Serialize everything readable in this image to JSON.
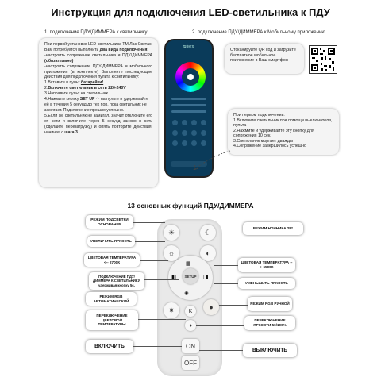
{
  "title": "Инструкция для подключения LED-светильника к ПДУ",
  "section1": {
    "heading": "1. подключение ПДУ/ДИММЕРА к светильнику"
  },
  "section2": {
    "heading": "2. подключение ПДУ/ДИММЕРА к Мобильному приложению"
  },
  "card1": {
    "p1a": "При первой установке LED-светильника ТМ Лас Светас, Вам потребуется выполнить ",
    "p1b": "два вида подключения:",
    "p2a": "-настроить сопряжение светильника и ПДУ/ДИММЕРА ",
    "p2b": "(обязательно)",
    "p3": "-настроить сопряжение ПДУ/ДИММЕРА и мобильного приложения (в комплекте) Выполните последующие действия для подключения пульта к светильнику:",
    "s1a": "1.Вставьте в пульт ",
    "s1b": "батарейки!",
    "s2a": "2.",
    "s2b": "Включите светильник в сеть 220-240V",
    "s3": "3.Направьте пульт на светильник",
    "s4a": "4.Нажмите кнопку ",
    "s4b": "SET UP",
    "s4c": " на пульте и удерживайте её в течении 5 секунд до тех пор, пока светильник не замигает. Подключение прошло успешно.",
    "s5a": "5.Если же светильник не замигал, значит отключите его от сети и включите через 5 секунд заново в сеть (сделайте перезагрузку) и опять повторите действия, начиная с ",
    "s5b": "шага 3."
  },
  "card_qr": {
    "text": "Отсканируйте QR код и загрузите бесплатное мобильное приложение в Ваш смартфон"
  },
  "card2": {
    "p1": "При первом подключении:",
    "s1": "1.Включите светильник при помощи выключателя, пульта",
    "s2": "2.Нажмите и удерживайте эту кнопку для сопряжения 10 сек.",
    "s3": "3.Светильник моргает дважды",
    "s4": "4.Сопряжение завершилось успешно"
  },
  "phone": {
    "header": "智能灯控"
  },
  "remote": {
    "setup": "SETUP",
    "on": "ON",
    "off": "OFF"
  },
  "functions": {
    "title": "13 основных функций ПДУ/ДИММЕРА",
    "left": [
      "РЕЖИМ ПОДСВЕТКИ ОСНОВАНИЯ",
      "УВЕЛИЧИТЬ ЯРКОСТЬ",
      "ЦВЕТОВАЯ ТЕМПЕРАТУРА <-- 2700К",
      "ПОДКЛЮЧЕНИЕ ПДУ/ДИММЕРА К СВЕТИЛЬНИКУ, удерживая кнопку 5с.",
      "РЕЖИМ RGB АВТОМАТИЧЕСКИЙ",
      "ПЕРЕКЛЮЧЕНИЕ ЦВЕТОВОЙ ТЕМПЕРАТУРЫ",
      "ВКЛЮЧИТЬ"
    ],
    "right": [
      "РЕЖИМ НОЧНИКА 28т",
      "ЦВЕТОВАЯ ТЕМПЕРАТУРА --> 6500К",
      "УМЕНЬШИТЬ ЯРКОСТЬ",
      "РЕЖИМ RGB РУЧНОЙ",
      "ПЕРЕКЛЮЧЕНИЕ ЯРКОСТИ 50/100%",
      "ВЫКЛЮЧИТЬ"
    ]
  }
}
